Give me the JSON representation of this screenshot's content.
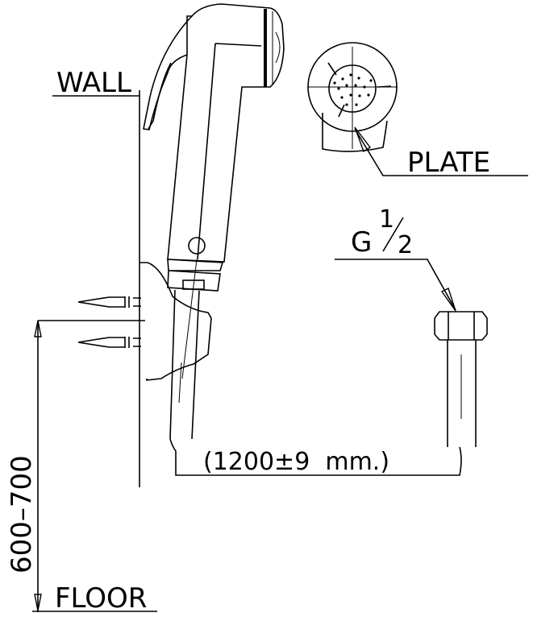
{
  "labels": {
    "wall": "WALL",
    "plate": "PLATE",
    "thread_g": "G",
    "thread_num": "1",
    "thread_den": "2",
    "hose_length": "(1200±9  mm.)",
    "height": "600–700",
    "floor": "FLOOR"
  }
}
